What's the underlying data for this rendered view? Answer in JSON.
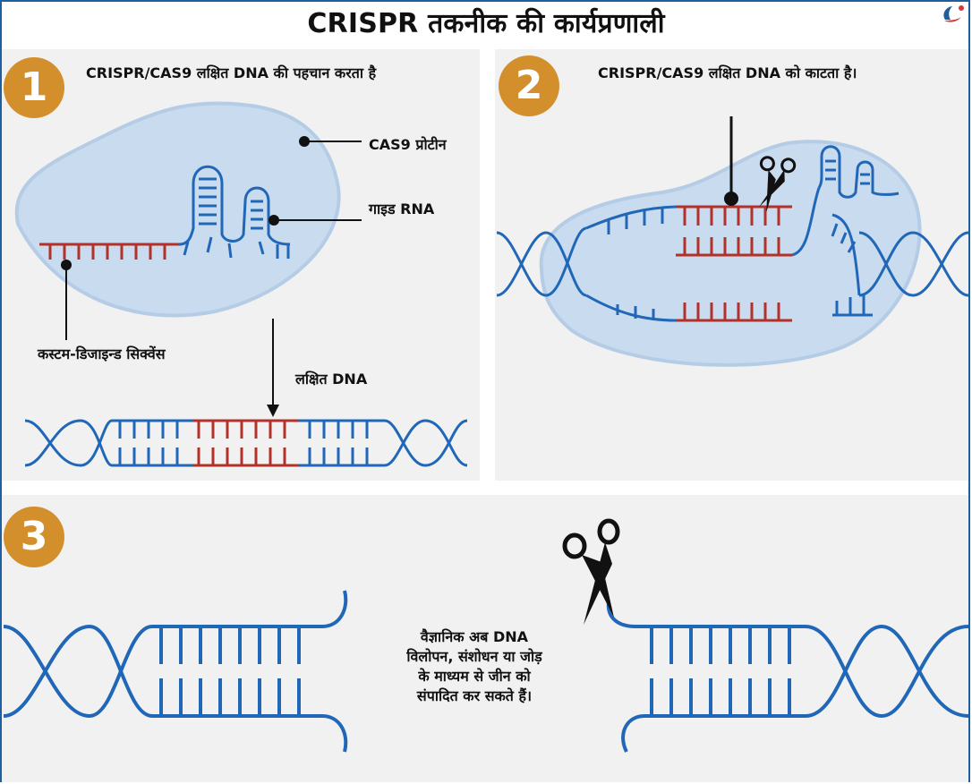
{
  "title": "CRISPR तकनीक की कार्यप्रणाली",
  "logo": {
    "icon": "brand-logo-icon"
  },
  "colors": {
    "dna_blue": "#2167b8",
    "target_red": "#b2322a",
    "protein_fill": "#c9dbee",
    "badge": "#d38f2c",
    "panel_bg": "#f1f1f1",
    "border": "#1f5fa0"
  },
  "panels": [
    {
      "step": "1",
      "heading": "CRISPR/CAS9 लक्षित DNA की पहचान करता है",
      "labels": {
        "cas9": "CAS9 प्रोटीन",
        "guide_rna": "गाइड RNA",
        "custom_sequence": "कस्टम-डिजाइन्ड सिक्वेंस",
        "target_dna": "लक्षित DNA"
      }
    },
    {
      "step": "2",
      "heading": "CRISPR/CAS9 लक्षित DNA को काटता है।"
    },
    {
      "step": "3",
      "description": [
        "वैज्ञानिक अब DNA",
        "विलोपन, संशोधन या जोड़",
        "के माध्यम से जीन को",
        "संपादित कर सकते हैं।"
      ]
    }
  ]
}
